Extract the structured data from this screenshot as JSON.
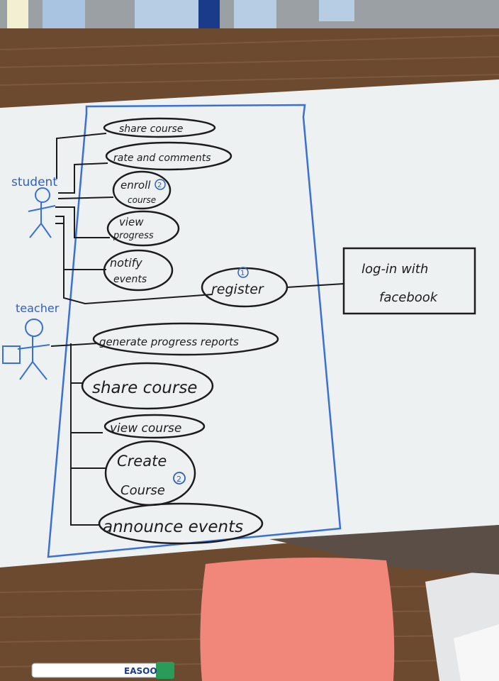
{
  "colors": {
    "board": "#eef1f2",
    "marker_black": "#1c1c1c",
    "marker_blue": "#3a6fd6",
    "table_wood": "#6b4a30",
    "cushion": "#f0877a"
  },
  "actors": {
    "student": "student",
    "teacher": "teacher"
  },
  "use_cases": {
    "share_course_1": "share course",
    "rate_comments": "rate and comments",
    "enroll_line1": "enroll",
    "enroll_line2": "course",
    "enroll_badge": "2",
    "view_line1": "view",
    "view_line2": "progress",
    "notify_line1": "notify",
    "notify_line2": "events",
    "register": "register",
    "register_badge": "1",
    "generate": "generate progress reports",
    "share_course_2": "share course",
    "view_course": "view course",
    "create_line1": "Create",
    "create_line2": "Course",
    "create_badge": "2",
    "announce": "announce events"
  },
  "external": {
    "line1": "log-in with",
    "line2": "facebook"
  },
  "marker_brand": "EASOO"
}
